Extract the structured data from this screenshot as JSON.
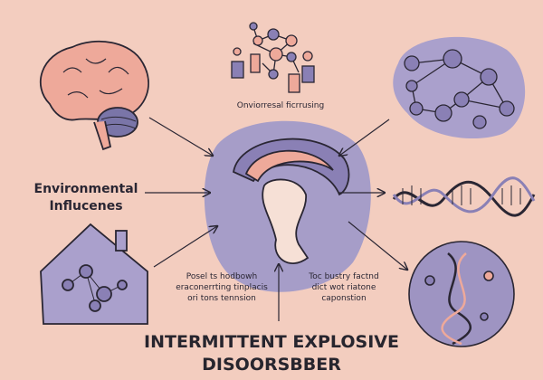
{
  "network_label": "Onviorresal ficrrusing",
  "environmental": {
    "line1": "Environmental",
    "line2": "Influcenes"
  },
  "caption_left": {
    "line1": "Posel ts hodbowh",
    "line2": "eraconerrting tinplacis",
    "line3": "ori tons tennsion"
  },
  "caption_right": {
    "line1": "Toc bustry factnd",
    "line2": "dict wot riatone",
    "line3": "caponstion"
  },
  "title": {
    "line1": "INTERMITTENT EXPLOSIVE",
    "line2": "DISOORSBBER"
  },
  "colors": {
    "background": "#f3cdbf",
    "purple": "#9e94c2",
    "pink": "#eea99a",
    "ink": "#2a2633"
  }
}
